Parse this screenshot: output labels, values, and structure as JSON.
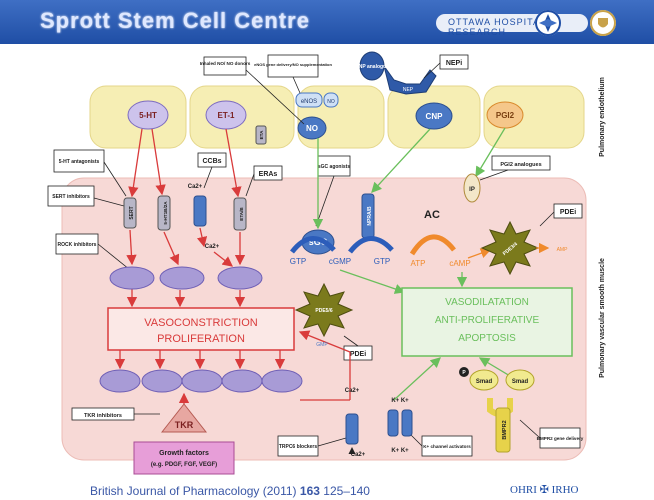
{
  "header": {
    "title": "Sprott Stem Cell Centre",
    "bar_text": "OTTAWA HOSPITAL RESEARCH"
  },
  "diagram": {
    "side_labels": {
      "endothelium": "Pulmonary endothelium",
      "smooth_muscle": "Pulmonary vascular smooth muscle"
    },
    "endothelium_mediators": [
      "5-HT",
      "ET-1",
      "NO",
      "CNP",
      "PGI2"
    ],
    "enzymes": {
      "enos": "eNOS",
      "no_label": "NO",
      "nep": "NEP"
    },
    "drug_boxes": {
      "inhaled_no": "Inhaled NO/ NO donors",
      "enos_gene": "eNOS gene delivery/NO supplementation",
      "cnp_analogue": "CNP analogue",
      "nepi": "NEPi",
      "ht_antagonists": "5-HT antagonists",
      "sert_inhibitors": "SERT inhibitors",
      "ccbs": "CCBs",
      "eras": "ERAs",
      "sgc_agonists": "sGC agonists",
      "pgi2_analogues": "PGI2 analogues",
      "pdei_top": "PDEi",
      "rock_inhibitors": "ROCK inhibitors",
      "pdei_mid": "PDEi",
      "tkr_inhibitors": "TKR inhibitors",
      "trpc6_blockers": "TRPC6 blockers",
      "k_channel": "K+ channel activators",
      "bmpr2_gene": "BMPR2 gene delivery"
    },
    "receptors": {
      "sert": "SERT",
      "ht_receptor": "5-HT1B/2A",
      "eta": "ETA",
      "etab": "ETA/B",
      "etb": "ETB",
      "npra": "NPRA/B",
      "ip": "IP",
      "bmpr2": "BMPR2"
    },
    "molecules": {
      "ca_in": "Ca2+",
      "ca_internal": "Ca2+",
      "ca_out": "Ca2+",
      "ca_bottom": "Ca2+",
      "sgc": "sGC",
      "gtp1": "GTP",
      "cgmp": "cGMP",
      "gtp2": "GTP",
      "ac": "AC",
      "atp": "ATP",
      "camp": "cAMP",
      "pde3_4": "PDE3/4",
      "amp": "AMP",
      "pde5": "PDE5/6",
      "gmp": "GMP",
      "k_top": "K+ K+",
      "k_bottom": "K+ K+",
      "smad1": "Smad",
      "smad2": "Smad",
      "p_label": "P"
    },
    "outcome_boxes": {
      "constriction_line1": "VASOCONSTRICTION",
      "constriction_line2": "PROLIFERATION",
      "dilation_line1": "VASODILATATION",
      "dilation_line2": "ANTI-PROLIFERATIVE",
      "dilation_line3": "APOPTOSIS"
    },
    "tkr": {
      "label": "TKR",
      "growth_line1": "Growth factors",
      "growth_line2": "(e.g. PDGF, FGF, VEGF)"
    }
  },
  "footer": {
    "citation_prefix": "British Journal of Pharmacology (2011)",
    "citation_volume": "163",
    "citation_pages": "125–140",
    "logos_text": "OHRI  ✠  IRHO"
  },
  "colors": {
    "header_blue": "#1f4ea5",
    "endothelium_fill": "#f6eeb4",
    "muscle_fill": "#f7d9d6",
    "constriction_red": "#d93b3b",
    "dilation_green": "#6abf5c",
    "receptor_blue": "#4a78c4",
    "ellipse_purple": "#a89bd6"
  }
}
